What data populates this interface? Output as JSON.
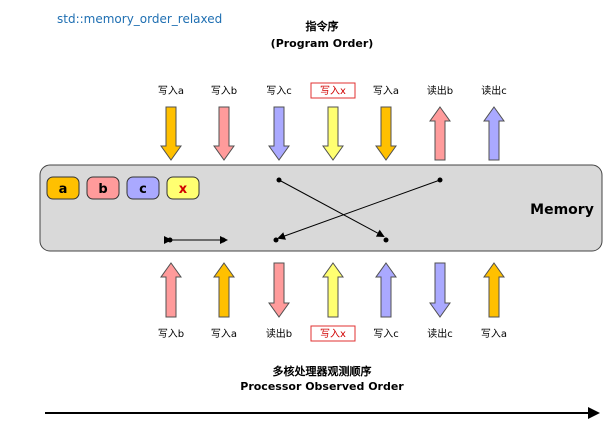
{
  "title": "std::memory_order_relaxed",
  "top_heading": {
    "cn": "指令序",
    "en": "(Program Order)"
  },
  "bottom_heading": {
    "cn": "多核处理器观测顺序",
    "en": "Processor Observed Order"
  },
  "memory_label": "Memory",
  "variables": [
    {
      "name": "a",
      "color": "#ffc000"
    },
    {
      "name": "b",
      "color": "#ff9b9b"
    },
    {
      "name": "c",
      "color": "#aaa9ff"
    },
    {
      "name": "x",
      "color": "#ffff71",
      "text_color": "#d00000"
    }
  ],
  "program_order": [
    {
      "label": "写入a",
      "dir": "down",
      "color": "#ffc000",
      "boxed": false
    },
    {
      "label": "写入b",
      "dir": "down",
      "color": "#ff9b9b",
      "boxed": false
    },
    {
      "label": "写入c",
      "dir": "down",
      "color": "#aaa9ff",
      "boxed": false
    },
    {
      "label": "写入x",
      "dir": "down",
      "color": "#ffff71",
      "boxed": true
    },
    {
      "label": "写入a",
      "dir": "down",
      "color": "#ffc000",
      "boxed": false
    },
    {
      "label": "读出b",
      "dir": "up",
      "color": "#ff9b9b",
      "boxed": false
    },
    {
      "label": "读出c",
      "dir": "up",
      "color": "#aaa9ff",
      "boxed": false
    }
  ],
  "observed_order": [
    {
      "label": "写入b",
      "dir": "up",
      "color": "#ff9b9b",
      "boxed": false
    },
    {
      "label": "写入a",
      "dir": "up",
      "color": "#ffc000",
      "boxed": false
    },
    {
      "label": "读出b",
      "dir": "down",
      "color": "#ff9b9b",
      "boxed": false
    },
    {
      "label": "写入x",
      "dir": "up",
      "color": "#ffff71",
      "boxed": true
    },
    {
      "label": "写入c",
      "dir": "up",
      "color": "#aaa9ff",
      "boxed": false
    },
    {
      "label": "读出c",
      "dir": "down",
      "color": "#aaa9ff",
      "boxed": false
    },
    {
      "label": "写入a",
      "dir": "up",
      "color": "#ffc000",
      "boxed": false
    }
  ],
  "colors": {
    "title": "#1f6fb2",
    "memory_fill": "#d9d9d9",
    "box_outline": "#e03030",
    "arrow_stroke": "#505050"
  }
}
